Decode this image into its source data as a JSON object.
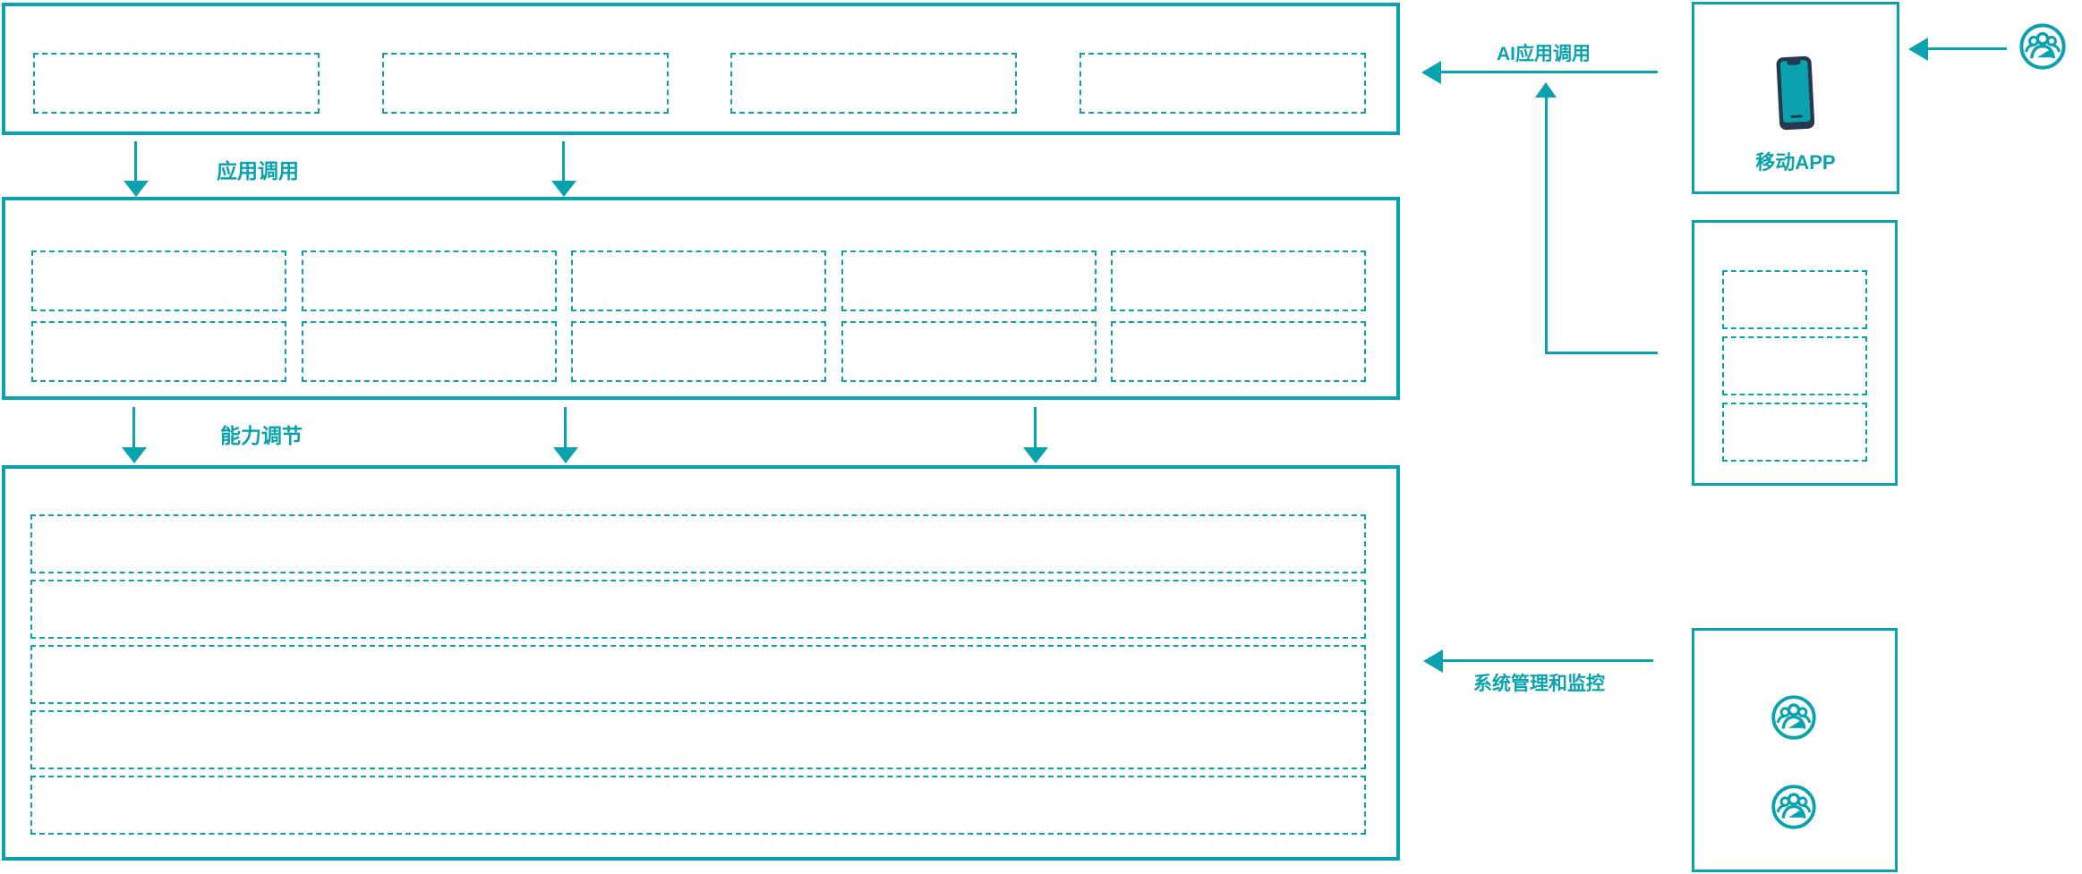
{
  "colors": {
    "teal": "#0aa2ae",
    "phone_body": "#24394e",
    "background": "#ffffff"
  },
  "connectors": {
    "app_call_label": "应用调用",
    "capability_label": "能力调节",
    "ai_app_call_label": "AI应用调用",
    "system_mgmt_label": "系统管理和监控"
  },
  "bands": {
    "top": {
      "placeholder_count": 4
    },
    "middle": {
      "placeholder_rows": 2,
      "placeholder_cols": 5,
      "placeholder_count": 10
    },
    "bottom": {
      "placeholder_row_count": 5
    }
  },
  "right_panel": {
    "mobile_app": {
      "label": "移动APP",
      "icon": "smartphone-icon"
    },
    "api_box": {
      "placeholder_count": 3
    },
    "admin_box": {
      "icon": "users-icon",
      "icon_count": 2
    },
    "external_user": {
      "icon": "users-icon"
    }
  }
}
